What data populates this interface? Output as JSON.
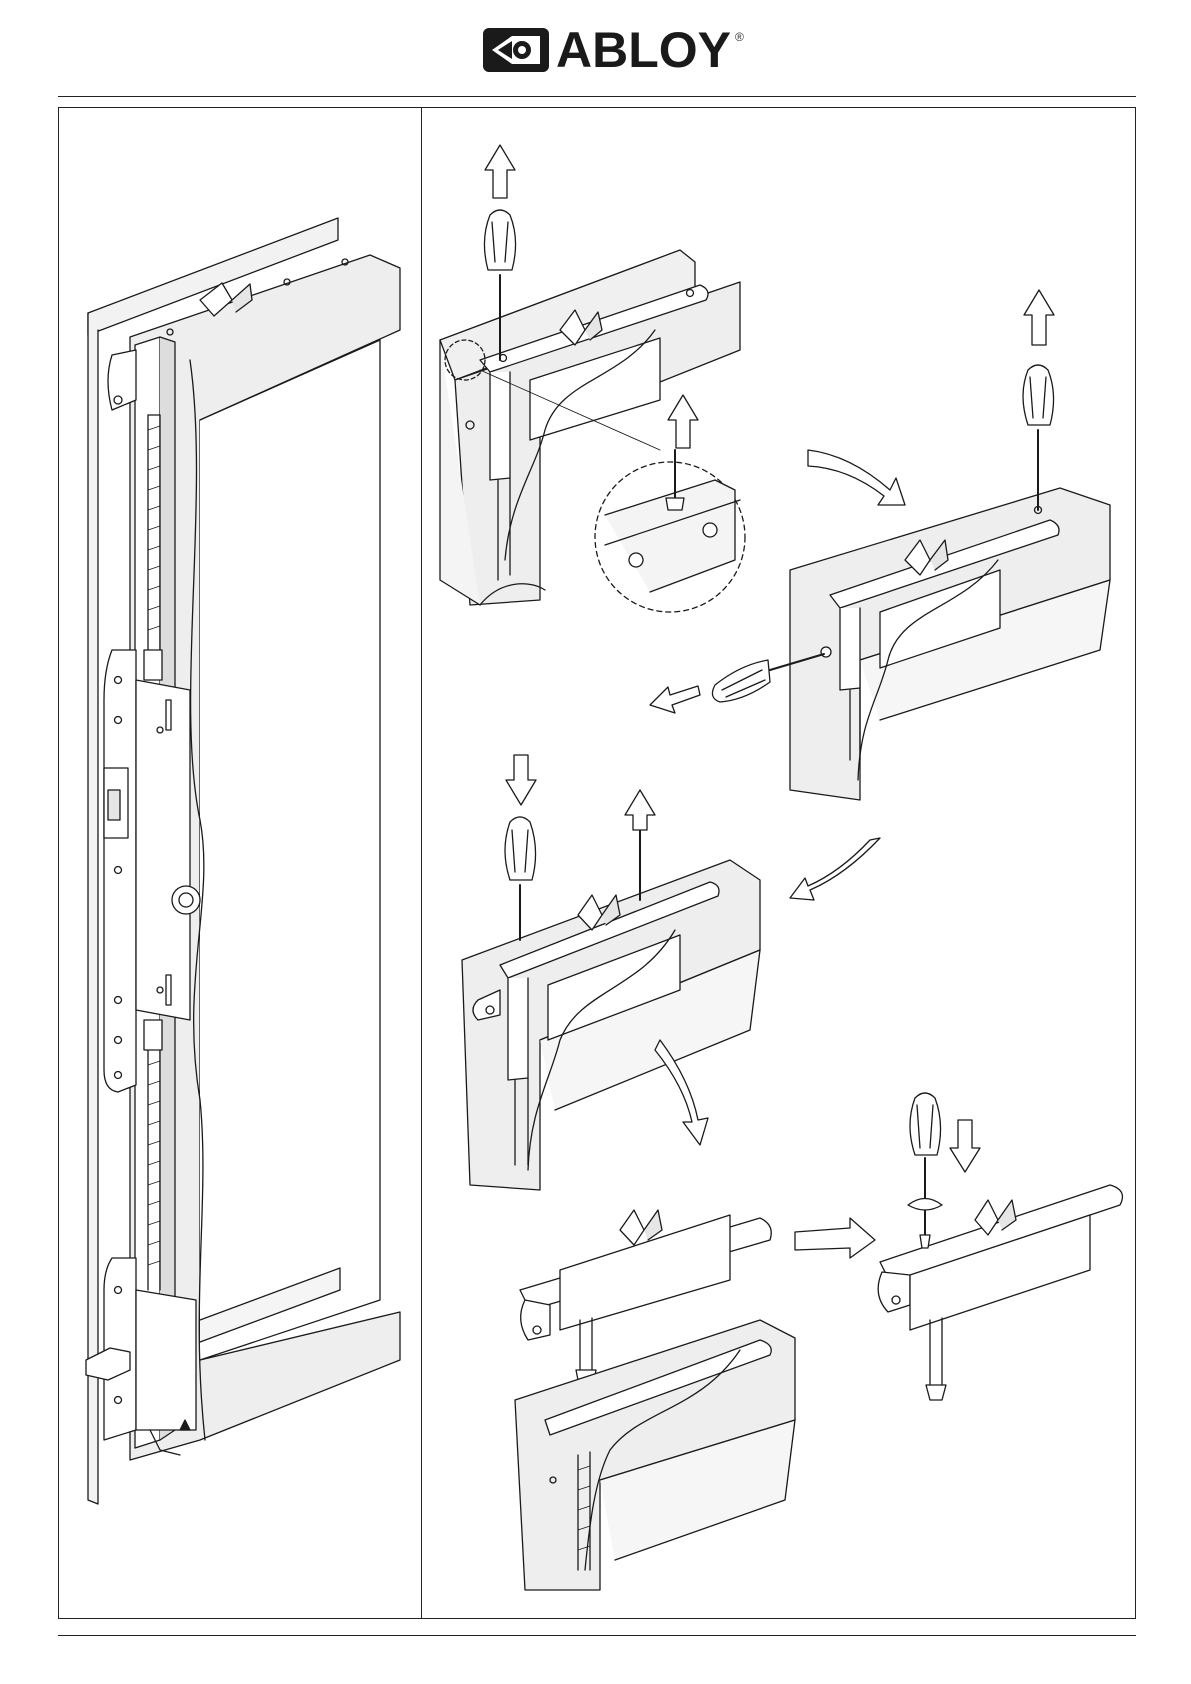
{
  "header": {
    "brand": "ABLOY",
    "registered_mark": "®",
    "logo_icon": "abloy-key-logo-icon"
  },
  "figures": [
    {
      "name": "door-overview-illustration",
      "icon": "door-frame-with-multipoint-lock"
    },
    {
      "name": "step-remove-top-screw",
      "icon": "screwdriver-icon"
    },
    {
      "name": "step-remove-side-screw",
      "icon": "screwdriver-icon"
    },
    {
      "name": "step-unscrew-and-lift",
      "icon": "screwdriver-icon"
    },
    {
      "name": "step-lift-out-lock",
      "icon": "lock-case"
    },
    {
      "name": "step-refit-screw",
      "icon": "screwdriver-icon"
    }
  ],
  "colors": {
    "line": "#1a1a1a",
    "door_fill": "#ececec",
    "metal_fill": "#ffffff"
  }
}
